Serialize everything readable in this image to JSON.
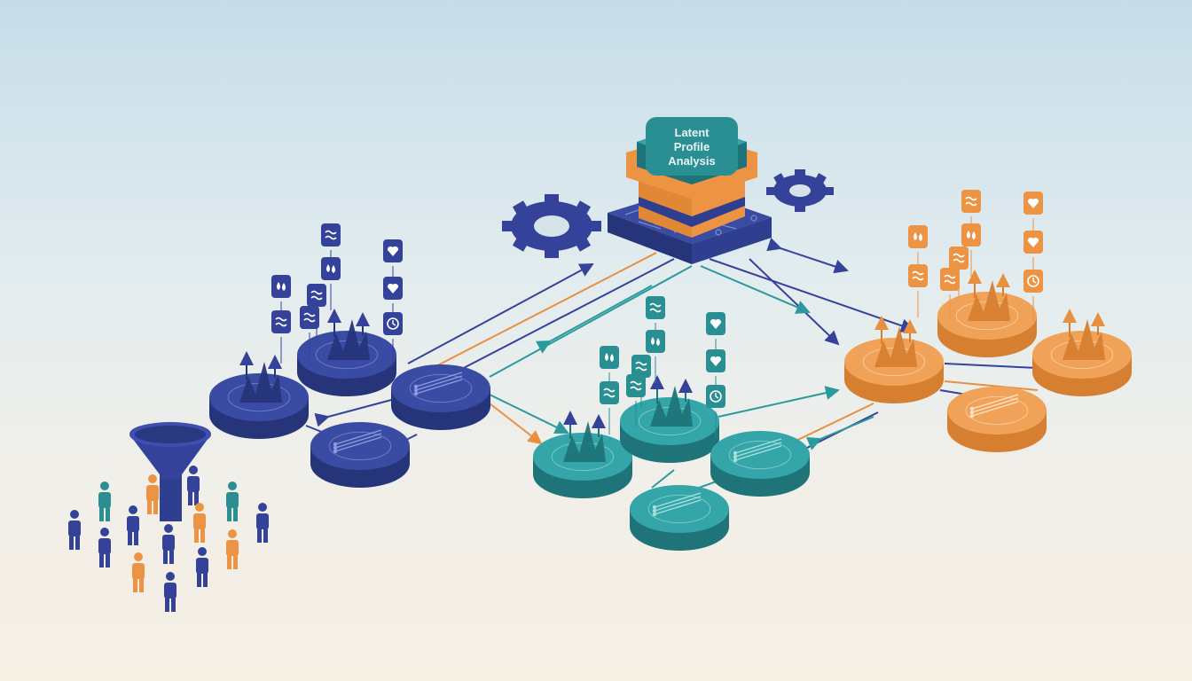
{
  "title_lines": [
    "Latent",
    "Profile",
    "Analysis"
  ],
  "colors": {
    "navy": "#2f3f8f",
    "navy_top": "#3a4ba3",
    "navy_side": "#26357a",
    "teal": "#2a8f92",
    "teal_top": "#34a5a8",
    "teal_side": "#1f7479",
    "orange": "#ec9443",
    "orange_top": "#f0a358",
    "orange_side": "#d67f30",
    "bg_top": "#c6dde9",
    "bg_bottom": "#f6efe4"
  },
  "icons": [
    "wave-icon",
    "drops-icon",
    "heart-icon",
    "clock-icon",
    "funnel-icon",
    "gear-icon",
    "person-icon"
  ]
}
